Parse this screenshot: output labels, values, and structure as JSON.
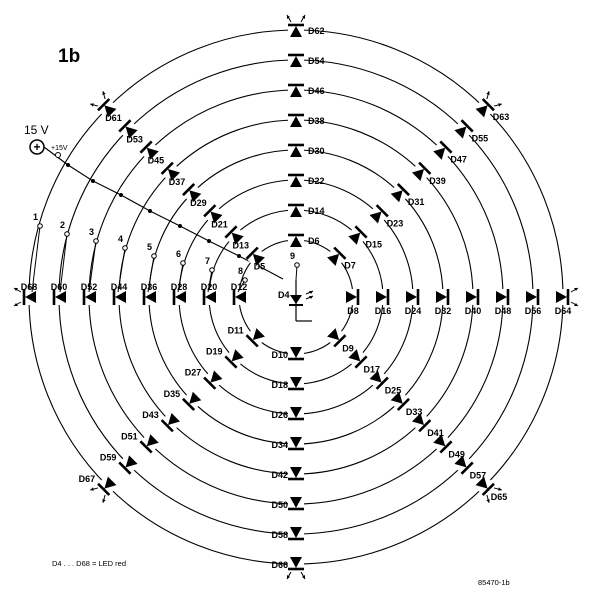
{
  "figure": {
    "title": "1b",
    "supply": {
      "voltage_label": "15 V",
      "plus_sign": "+",
      "terminal_label": "+15V"
    },
    "footnote": "D4 . . . D68 = LED red",
    "reference": "85470-1b",
    "inputs": [
      {
        "label": "1"
      },
      {
        "label": "2"
      },
      {
        "label": "3"
      },
      {
        "label": "4"
      },
      {
        "label": "5"
      },
      {
        "label": "6"
      },
      {
        "label": "7"
      },
      {
        "label": "8"
      },
      {
        "label": "9"
      }
    ],
    "center_diode": {
      "label": "D4"
    },
    "radial_diodes": {
      "up": [
        "D6",
        "D14",
        "D22",
        "D30",
        "D38",
        "D46",
        "D54",
        "D62"
      ],
      "up_right": [
        "D7",
        "D15",
        "D23",
        "D31",
        "D39",
        "D47",
        "D55",
        "D63"
      ],
      "right": [
        "D8",
        "D16",
        "D24",
        "D32",
        "D40",
        "D48",
        "D56",
        "D64"
      ],
      "down_right": [
        "D9",
        "D17",
        "D25",
        "D33",
        "D41",
        "D49",
        "D57",
        "D65"
      ],
      "down": [
        "D10",
        "D18",
        "D26",
        "D34",
        "D42",
        "D50",
        "D58",
        "D66"
      ],
      "down_left": [
        "D11",
        "D19",
        "D27",
        "D35",
        "D43",
        "D51",
        "D59",
        "D67"
      ],
      "left": [
        "D12",
        "D20",
        "D28",
        "D36",
        "D44",
        "D52",
        "D60",
        "D68"
      ],
      "up_left": [
        "D5",
        "D13",
        "D21",
        "D29",
        "D37",
        "D45",
        "D53",
        "D61"
      ]
    }
  }
}
